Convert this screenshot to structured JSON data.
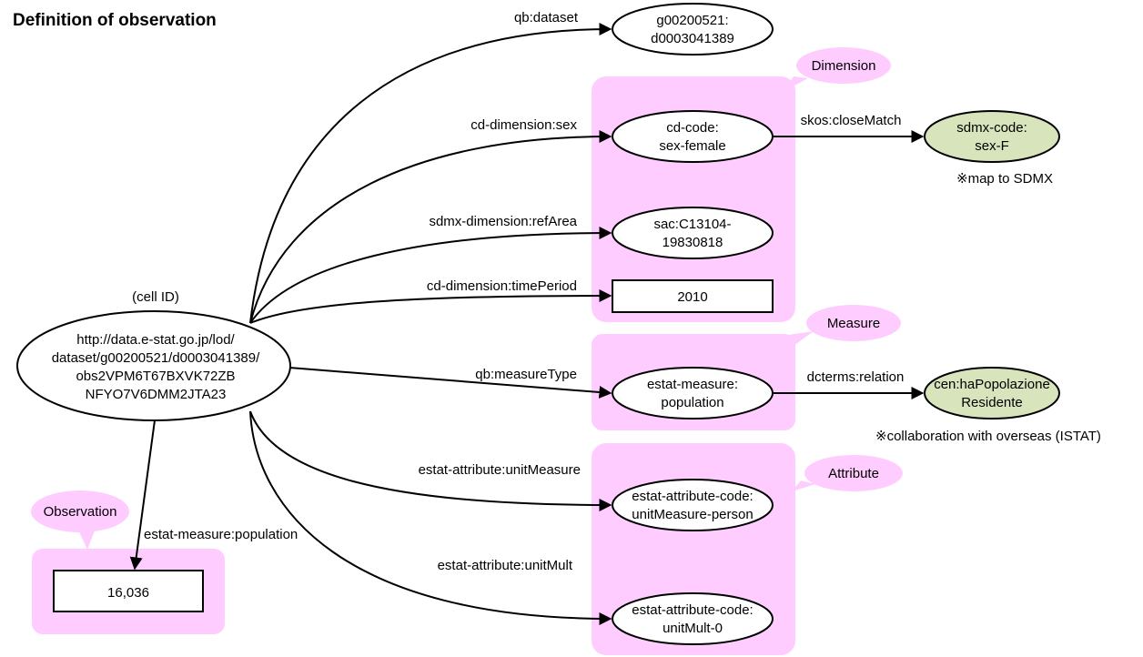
{
  "title": "Definition of observation",
  "cell_id_label": "(cell ID)",
  "subject": {
    "lines": [
      "http://data.e-stat.go.jp/lod/",
      "dataset/g00200521/d0003041389/",
      "obs2VPM6T67BXVK72ZB",
      "NFYO7V6DMM2JTA23"
    ]
  },
  "groups": {
    "dimension": "Dimension",
    "measure": "Measure",
    "attribute": "Attribute",
    "observation": "Observation"
  },
  "nodes": {
    "dataset": [
      "g00200521:",
      "d0003041389"
    ],
    "sex": [
      "cd-code:",
      "sex-female"
    ],
    "sdmx_sex": [
      "sdmx-code:",
      "sex-F"
    ],
    "ref_area": [
      "sac:C13104-",
      "19830818"
    ],
    "time_period": "2010",
    "measure": [
      "estat-measure:",
      "population"
    ],
    "istat": [
      "cen:haPopolazione",
      "Residente"
    ],
    "unit_measure": [
      "estat-attribute-code:",
      "unitMeasure-person"
    ],
    "unit_mult": [
      "estat-attribute-code:",
      "unitMult-0"
    ],
    "value": "16,036"
  },
  "edges": {
    "dataset": "qb:dataset",
    "sex": "cd-dimension:sex",
    "close_match": "skos:closeMatch",
    "ref_area": "sdmx-dimension:refArea",
    "time_period": "cd-dimension:timePeriod",
    "measure_type": "qb:measureType",
    "relation": "dcterms:relation",
    "unit_measure": "estat-attribute:unitMeasure",
    "unit_mult": "estat-attribute:unitMult",
    "population": "estat-measure:population"
  },
  "notes": {
    "sdmx": "※map to SDMX",
    "istat": "※collaboration with overseas (ISTAT)"
  }
}
